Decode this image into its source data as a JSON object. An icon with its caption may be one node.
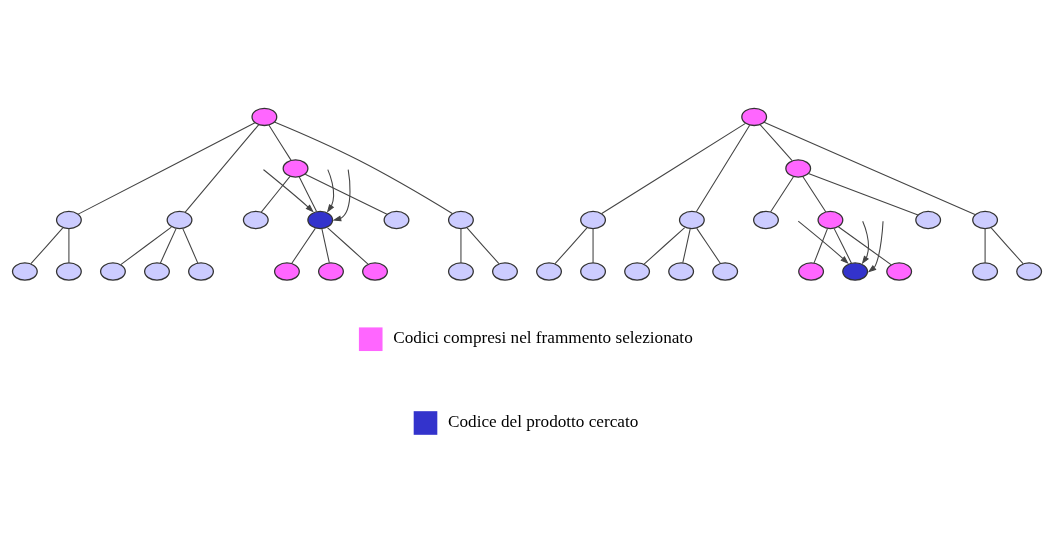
{
  "diagram": {
    "nodes": [
      {
        "text": [],
        "shape": "circle"
      },
      {
        "text": [],
        "shape": "circle"
      },
      {
        "text": [],
        "shape": "circle"
      },
      {
        "text": [],
        "shape": "circle"
      },
      {
        "text": [],
        "shape": "circle"
      },
      {
        "text": [],
        "shape": "circle"
      },
      {
        "text": [],
        "shape": "circle"
      },
      {
        "text": [],
        "shape": "circle"
      },
      {
        "text": [],
        "shape": "circle"
      },
      {
        "text": [],
        "shape": "circle"
      },
      {
        "text": [],
        "shape": "circle"
      },
      {
        "text": [],
        "shape": "circle"
      },
      {
        "text": [],
        "shape": "circle"
      },
      {
        "text": [],
        "shape": "circle"
      },
      {
        "text": [],
        "shape": "circle"
      },
      {
        "text": [],
        "shape": "circle"
      },
      {
        "text": [],
        "shape": "circle"
      },
      {
        "text": [],
        "shape": "circle"
      },
      {
        "text": [],
        "shape": "circle"
      },
      {
        "text": [],
        "shape": "circle"
      },
      {
        "text": [],
        "shape": "circle"
      },
      {
        "text": [],
        "shape": "circle"
      },
      {
        "text": [],
        "shape": "circle"
      },
      {
        "text": [],
        "shape": "circle"
      },
      {
        "text": [],
        "shape": "circle"
      },
      {
        "text": [],
        "shape": "circle"
      },
      {
        "text": [],
        "shape": "circle"
      },
      {
        "text": [],
        "shape": "circle"
      },
      {
        "text": [],
        "shape": "circle"
      },
      {
        "text": [],
        "shape": "circle"
      },
      {
        "text": [],
        "shape": "circle"
      },
      {
        "text": [],
        "shape": "circle"
      },
      {
        "text": [],
        "shape": "circle"
      },
      {
        "text": [],
        "shape": "circle"
      },
      {
        "text": [],
        "shape": "circle"
      },
      {
        "text": [],
        "shape": "circle"
      }
    ],
    "edges": [
      {
        "from": 0,
        "to": 1,
        "arrow": "none"
      },
      {
        "from": 0,
        "to": 2,
        "arrow": "none"
      },
      {
        "from": 0,
        "to": 3,
        "arrow": "none"
      },
      {
        "from": 0,
        "to": 4,
        "arrow": "none"
      },
      {
        "from": 1,
        "to": 5,
        "arrow": "none"
      },
      {
        "from": 1,
        "to": 6,
        "arrow": "none"
      },
      {
        "from": 2,
        "to": 7,
        "arrow": "none"
      },
      {
        "from": 2,
        "to": 8,
        "arrow": "none"
      },
      {
        "from": 2,
        "to": 9,
        "arrow": "none"
      },
      {
        "from": 3,
        "to": 10,
        "arrow": "none"
      },
      {
        "from": 3,
        "to": 11,
        "arrow": "none"
      },
      {
        "from": 3,
        "to": 12,
        "arrow": "none"
      },
      {
        "from": 4,
        "to": 13,
        "arrow": "none"
      },
      {
        "from": 4,
        "to": 14,
        "arrow": "none"
      },
      {
        "from": 11,
        "to": 15,
        "arrow": "none"
      },
      {
        "from": 11,
        "to": 16,
        "arrow": "none"
      },
      {
        "from": 11,
        "to": 17,
        "arrow": "none"
      },
      {
        "from": null,
        "to": 11,
        "arrow": "to"
      },
      {
        "from": null,
        "to": 11,
        "arrow": "to"
      },
      {
        "from": null,
        "to": 11,
        "arrow": "to"
      },
      {
        "from": 18,
        "to": 19,
        "arrow": "none"
      },
      {
        "from": 18,
        "to": 20,
        "arrow": "none"
      },
      {
        "from": 18,
        "to": 21,
        "arrow": "none"
      },
      {
        "from": 18,
        "to": 22,
        "arrow": "none"
      },
      {
        "from": 19,
        "to": 23,
        "arrow": "none"
      },
      {
        "from": 19,
        "to": 24,
        "arrow": "none"
      },
      {
        "from": 20,
        "to": 25,
        "arrow": "none"
      },
      {
        "from": 20,
        "to": 26,
        "arrow": "none"
      },
      {
        "from": 20,
        "to": 27,
        "arrow": "none"
      },
      {
        "from": 21,
        "to": 28,
        "arrow": "none"
      },
      {
        "from": 21,
        "to": 29,
        "arrow": "none"
      },
      {
        "from": 21,
        "to": 30,
        "arrow": "none"
      },
      {
        "from": 22,
        "to": 31,
        "arrow": "none"
      },
      {
        "from": 22,
        "to": 32,
        "arrow": "none"
      },
      {
        "from": 29,
        "to": 33,
        "arrow": "none"
      },
      {
        "from": 29,
        "to": 34,
        "arrow": "none"
      },
      {
        "from": 29,
        "to": 35,
        "arrow": "none"
      },
      {
        "from": null,
        "to": 34,
        "arrow": "to"
      },
      {
        "from": null,
        "to": 34,
        "arrow": "to"
      },
      {
        "from": null,
        "to": 34,
        "arrow": "to"
      }
    ],
    "legend": [
      {
        "text": "Codici compresi nel frammento selezionato",
        "color": "#ff66ff"
      },
      {
        "text": "Codice del prodotto cercato",
        "color": "#3333cc"
      }
    ]
  }
}
